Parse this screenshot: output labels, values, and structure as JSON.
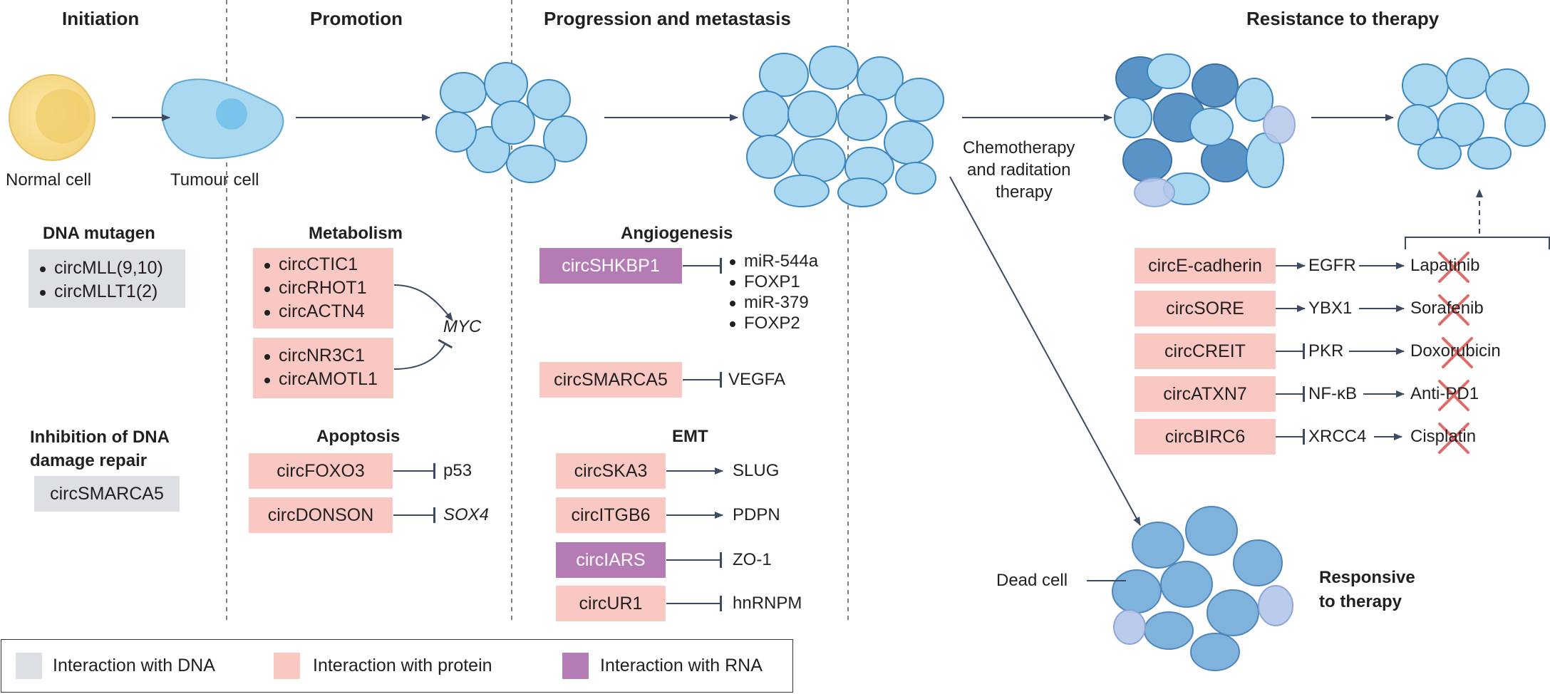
{
  "stages": {
    "initiation": "Initiation",
    "promotion": "Promotion",
    "progression": "Progression and metastasis",
    "resistance": "Resistance to therapy"
  },
  "cells": {
    "normal": "Normal cell",
    "tumour": "Tumour cell",
    "dead": "Dead cell"
  },
  "therapy_label": [
    "Chemotherapy",
    "and raditation",
    "therapy"
  ],
  "responsive": [
    "Responsive",
    "to therapy"
  ],
  "initiation": {
    "dna_mutagen": {
      "title": "DNA mutagen",
      "items": [
        "circMLL(9,10)",
        "circMLLT1(2)"
      ]
    },
    "dna_repair": {
      "title": [
        "Inhibition of DNA",
        "damage repair"
      ],
      "item": "circSMARCA5"
    }
  },
  "promotion": {
    "metabolism": {
      "title": "Metabolism",
      "group1": [
        "circCTIC1",
        "circRHOT1",
        "circACTN4"
      ],
      "group2": [
        "circNR3C1",
        "circAMOTL1"
      ],
      "target": "MYC"
    },
    "apoptosis": {
      "title": "Apoptosis",
      "rows": [
        {
          "circ": "circFOXO3",
          "target": "p53"
        },
        {
          "circ": "circDONSON",
          "target": "SOX4"
        }
      ]
    }
  },
  "progression": {
    "angiogenesis": {
      "title": "Angiogenesis",
      "shkbp1": "circSHKBP1",
      "shkbp1_targets": [
        "miR-544a",
        "FOXP1",
        "miR-379",
        "FOXP2"
      ],
      "smarca5": "circSMARCA5",
      "smarca5_target": "VEGFA"
    },
    "emt": {
      "title": "EMT",
      "rows": [
        {
          "circ": "circSKA3",
          "target": "SLUG"
        },
        {
          "circ": "circITGB6",
          "target": "PDPN"
        },
        {
          "circ": "circIARS",
          "target": "ZO-1"
        },
        {
          "circ": "circUR1",
          "target": "hnRNPM"
        }
      ]
    }
  },
  "resistance": {
    "rows": [
      {
        "circ": "circE-cadherin",
        "mediator": "EGFR",
        "drug": "Lapatinib"
      },
      {
        "circ": "circSORE",
        "mediator": "YBX1",
        "drug": "Sorafenib"
      },
      {
        "circ": "circCREIT",
        "mediator": "PKR",
        "drug": "Doxorubicin"
      },
      {
        "circ": "circATXN7",
        "mediator": "NF-κB",
        "drug": "Anti-PD1"
      },
      {
        "circ": "circBIRC6",
        "mediator": "XRCC4",
        "drug": "Cisplatin"
      }
    ]
  },
  "legend": {
    "dna": "Interaction with DNA",
    "protein": "Interaction with protein",
    "rna": "Interaction with RNA"
  },
  "colors": {
    "dna": "#dcdfe3",
    "protein": "#f9c8c2",
    "rna": "#b57bb5",
    "normal_cell": "#f7de8e",
    "tumour_cell": "#a9d8f0",
    "dead_cell": "#7fb3dc",
    "arrow": "#3c4b62",
    "cross": "#d9534f"
  }
}
